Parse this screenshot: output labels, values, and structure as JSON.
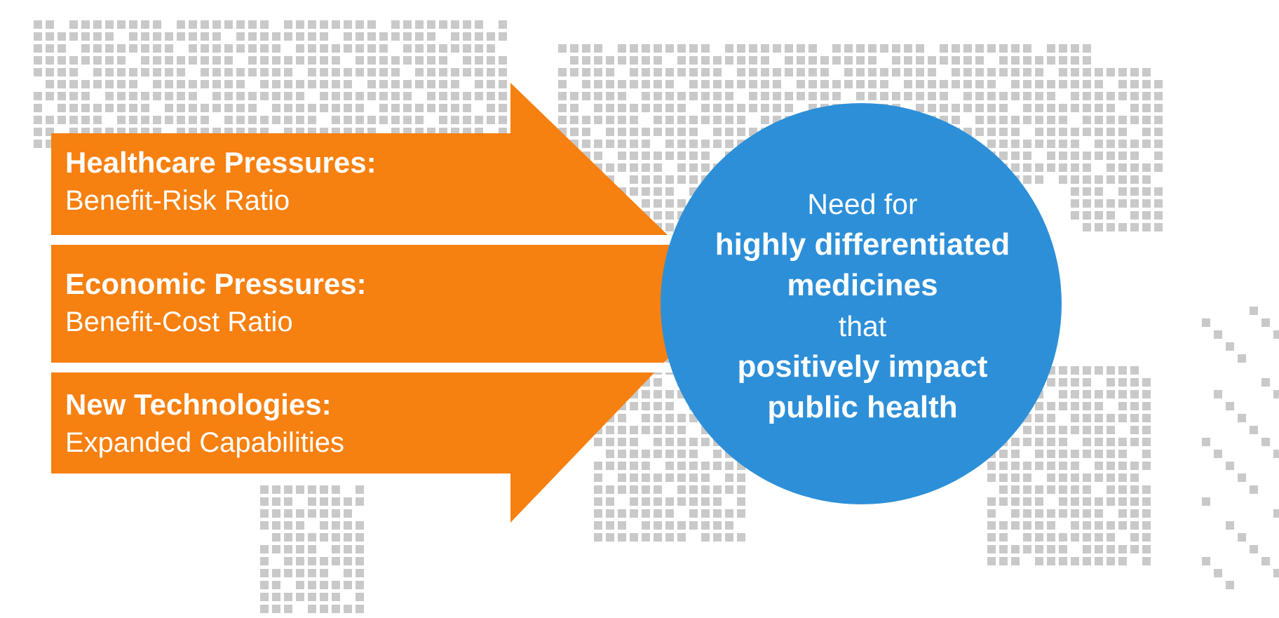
{
  "colors": {
    "arrow_orange": "#f68010",
    "circle_blue": "#2d8fd8",
    "map_dot_gray": "#c9c9c9"
  },
  "arrows": [
    {
      "title": "Healthcare Pressures:",
      "subtitle": "Benefit-Risk Ratio"
    },
    {
      "title": "Economic Pressures:",
      "subtitle": "Benefit-Cost Ratio"
    },
    {
      "title": "New Technologies:",
      "subtitle": "Expanded Capabilities"
    }
  ],
  "circle": {
    "line1": "Need for",
    "line2": "highly differentiated",
    "line3": "medicines",
    "line4": "that",
    "line5": "positively impact",
    "line6": "public health"
  }
}
